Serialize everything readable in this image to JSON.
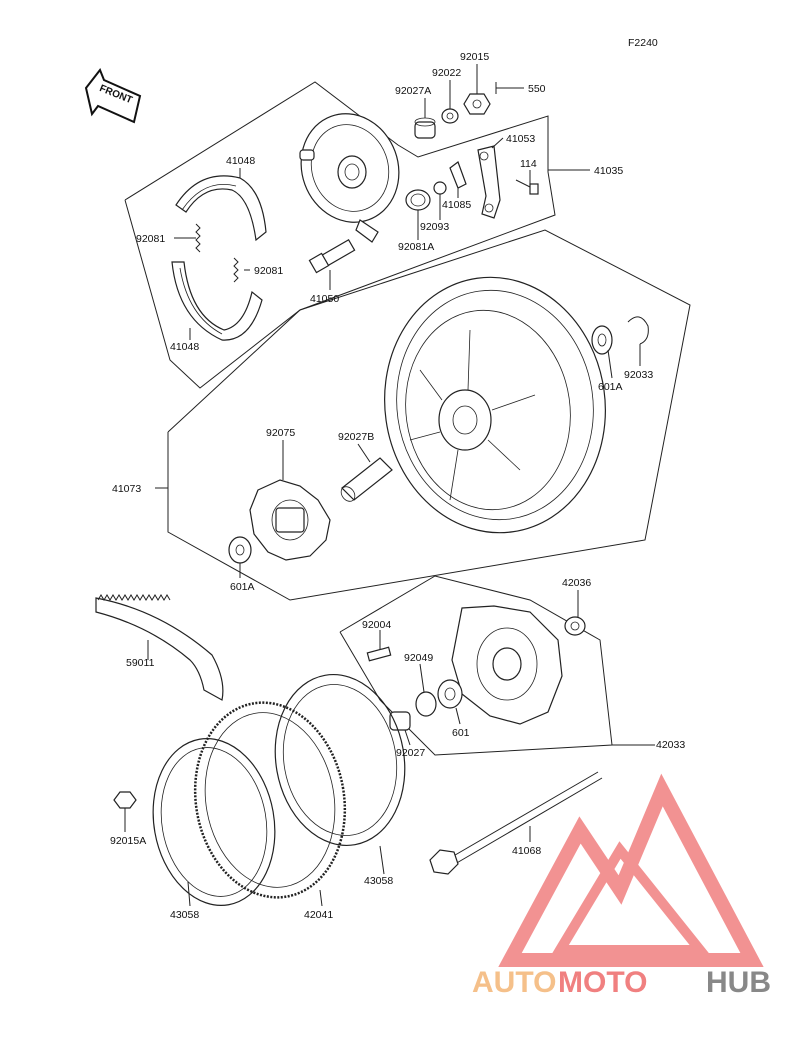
{
  "diagram_code": "F2240",
  "front_label": "FRONT",
  "labels": {
    "p92015": "92015",
    "p92022": "92022",
    "p92027A": "92027A",
    "p550": "550",
    "p41053": "41053",
    "p114": "114",
    "p41035": "41035",
    "p41048_top": "41048",
    "p92081_left": "92081",
    "p92081_right": "92081",
    "p41085": "41085",
    "p92093": "92093",
    "p92081A": "92081A",
    "p41050": "41050",
    "p41048_bot": "41048",
    "p92033": "92033",
    "p601A_right": "601A",
    "p92075": "92075",
    "p92027B": "92027B",
    "p41073": "41073",
    "p601A_left": "601A",
    "p42036": "42036",
    "p92004": "92004",
    "p92049": "92049",
    "p59011": "59011",
    "p601": "601",
    "p92027": "92027",
    "p42033": "42033",
    "p92015A": "92015A",
    "p41068": "41068",
    "p43058_right": "43058",
    "p43058_left": "43058",
    "p42041": "42041"
  },
  "watermark": {
    "part1": "AUTO",
    "part2": "MOTO",
    "part3": "HUB",
    "color1": "#f5c08a",
    "color2": "#f08080",
    "color3": "#888888",
    "logo_color": "#f08080"
  }
}
